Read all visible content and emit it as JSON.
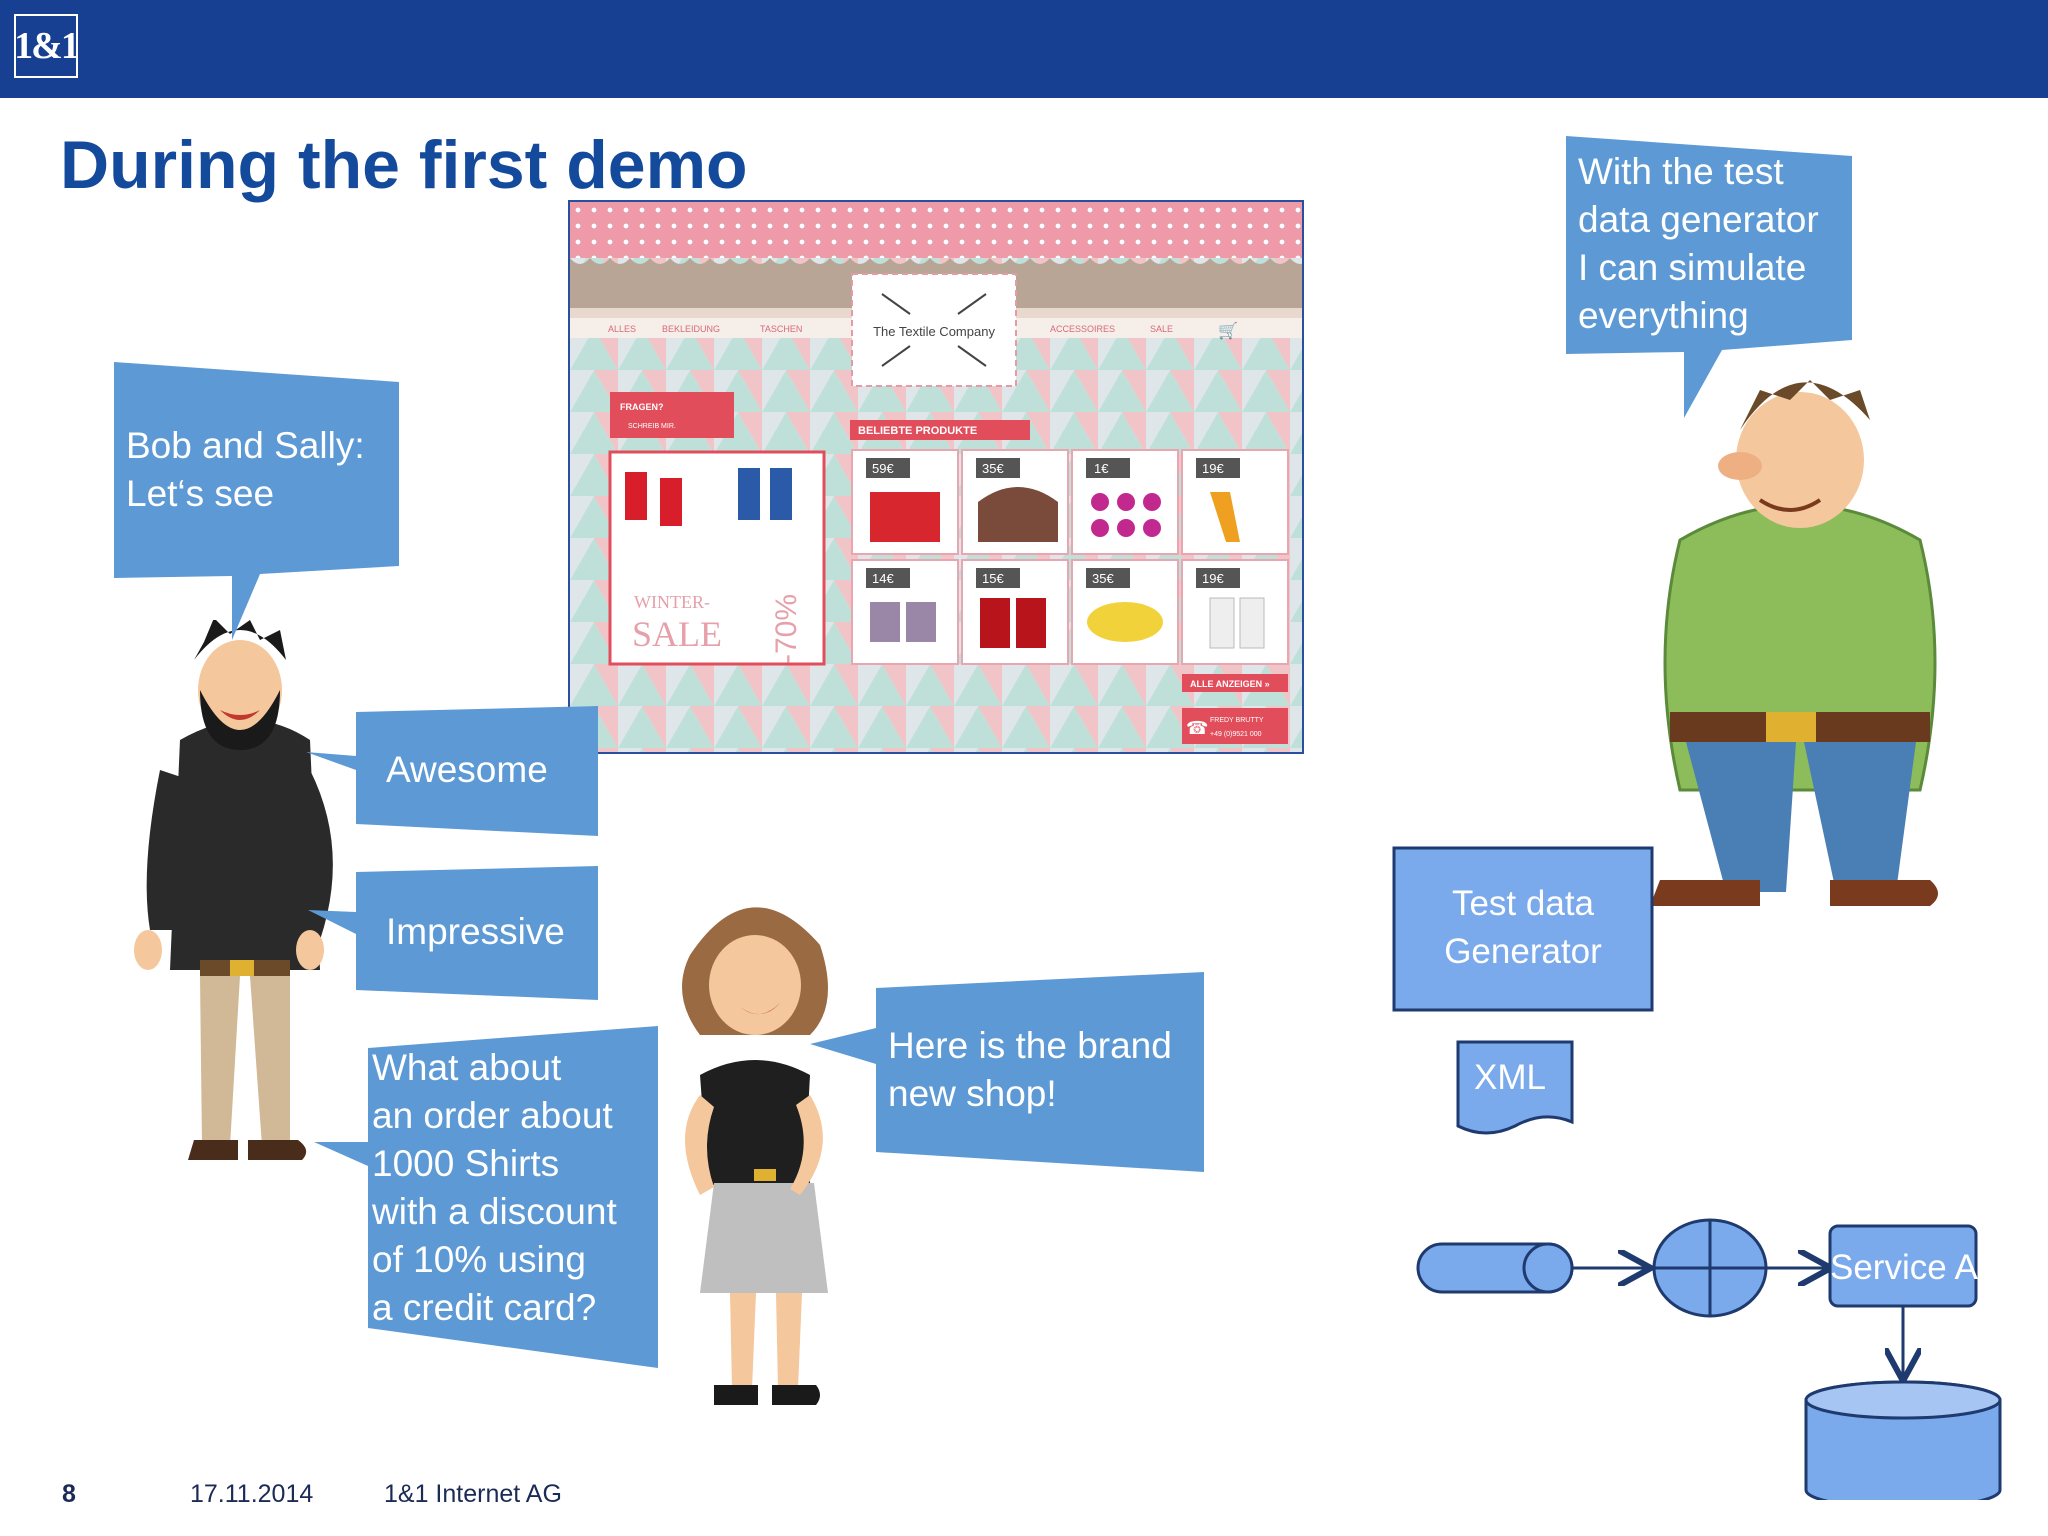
{
  "header": {
    "logo": "1&1"
  },
  "slide": {
    "title": "During the first demo"
  },
  "bubbles": {
    "bob_sally": "Bob and Sally:\nLet‘s see",
    "awesome": "Awesome",
    "impressive": "Impressive",
    "question": "What about\nan order about\n1000 Shirts\nwith a discount\nof 10% using\na credit card?",
    "brand_new_shop": "Here is the brand\nnew shop!",
    "generator": "With the test\ndata generator\nI can simulate\neverything"
  },
  "shop": {
    "brand": "The Textile Company",
    "nav": [
      "ALLES",
      "BEKLEIDUNG",
      "TASCHEN",
      "ACCESSOIRES",
      "SALE"
    ],
    "section": "BELIEBTE PRODUKTE",
    "sidebar": [
      "FRAGEN?",
      "SCHREIB MIR."
    ],
    "sale_title": "WINTER-",
    "sale_word": "SALE",
    "sale_percent": "-70%",
    "prices": [
      "59€",
      "35€",
      "1€",
      "19€",
      "14€",
      "15€",
      "35€",
      "19€"
    ],
    "show_all": "ALLE ANZEIGEN »",
    "phone": [
      "FREDY BRUTTY",
      "+49 (0)9521 000"
    ]
  },
  "flow": {
    "generator_box": "Test data\nGenerator",
    "xml": "XML",
    "service": "Service A"
  },
  "footer": {
    "page": "8",
    "date": "17.11.2014",
    "company": "1&1 Internet AG"
  },
  "colors": {
    "header_bar": "#173f92",
    "title": "#144a9b",
    "bubble": "#5d9ad5",
    "flow_fill": "#7aa9ec",
    "flow_stroke": "#1e3a6e"
  }
}
